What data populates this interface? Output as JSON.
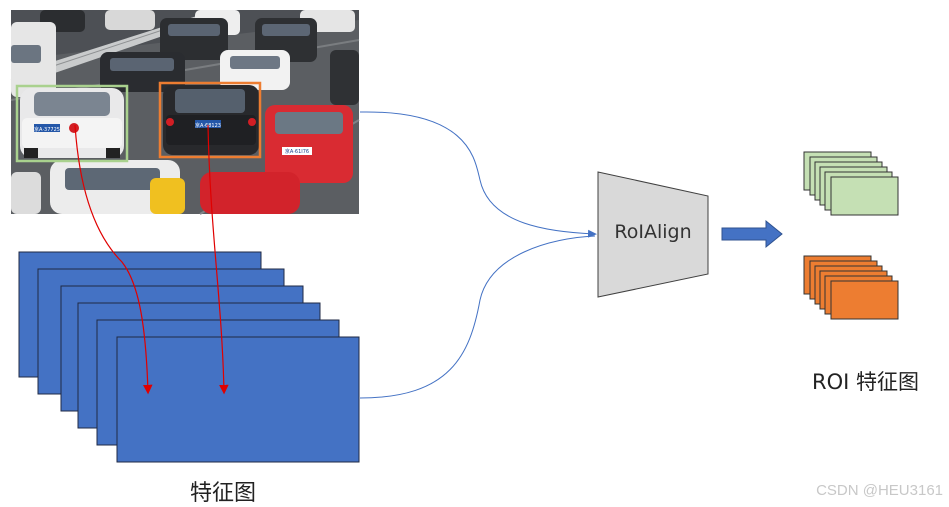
{
  "labels": {
    "feature_map": "特征图",
    "roi_align": "RoIAlign",
    "roi_feature_map": "ROI 特征图",
    "watermark": "CSDN @HEU3161"
  },
  "plates": {
    "car1": "京A·37725",
    "car2": "京A·68123",
    "car3": "京A·61I76"
  },
  "colors": {
    "feature_map": "#4472C4",
    "green_box": "#A9D18E",
    "orange_box": "#ED7D31",
    "green_roi": "#C5E0B4",
    "orange_roi": "#ED7D31",
    "roialign_fill": "#D9D9D9",
    "projection_arrow": "#E00000",
    "connector": "#4472C4"
  }
}
